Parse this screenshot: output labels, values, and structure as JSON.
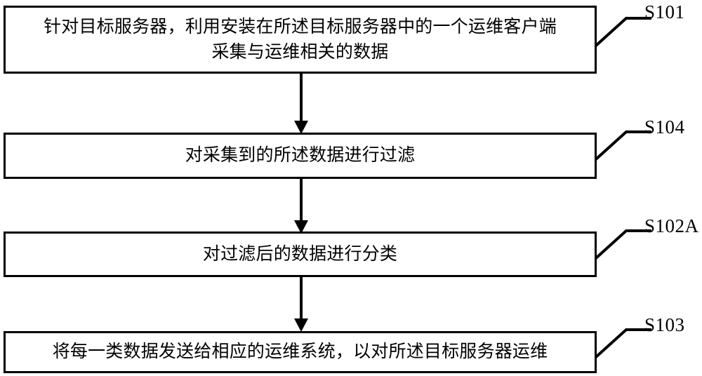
{
  "diagram": {
    "type": "flowchart",
    "orientation": "vertical",
    "background_color": "#ffffff",
    "line_color": "#000000",
    "steps": [
      {
        "id": "S101",
        "label": "S101",
        "text_lines": [
          "针对目标服务器，利用安装在所述目标服务器中的一个运维客户端",
          "采集与运维相关的数据"
        ]
      },
      {
        "id": "S104",
        "label": "S104",
        "text_lines": [
          "对采集到的所述数据进行过滤"
        ]
      },
      {
        "id": "S102A",
        "label": "S102A",
        "text_lines": [
          "对过滤后的数据进行分类"
        ]
      },
      {
        "id": "S103",
        "label": "S103",
        "text_lines": [
          "将每一类数据发送给相应的运维系统，以对所述目标服务器运维"
        ]
      }
    ],
    "connectors": [
      {
        "from": "S101",
        "to": "S104",
        "arrow": "down"
      },
      {
        "from": "S104",
        "to": "S102A",
        "arrow": "down"
      },
      {
        "from": "S102A",
        "to": "S103",
        "arrow": "down"
      }
    ]
  }
}
